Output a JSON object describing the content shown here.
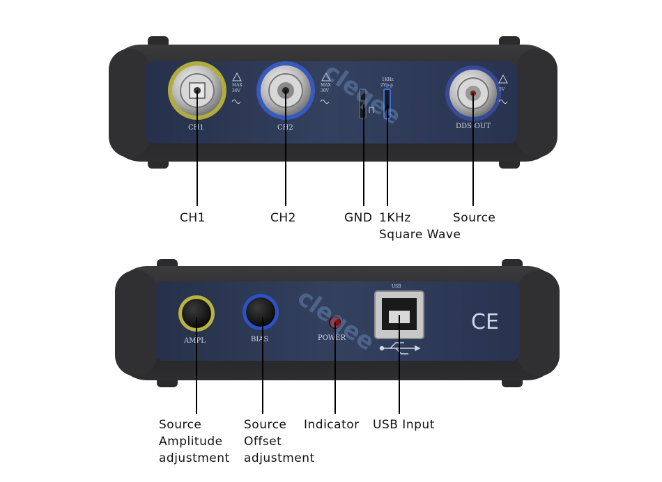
{
  "watermark": "cleqee",
  "front_panel": {
    "labels": {
      "ch1": "CH1",
      "ch2": "CH2",
      "dds_out": "DDS-OUT",
      "max1": "MAX",
      "max1_v": "30V",
      "max2": "MAX",
      "max2_v": "30V",
      "cal_line1": "1KHz",
      "cal_line2": "2Vp-p",
      "max3_v": "5V"
    },
    "callouts": {
      "ch1": "CH1",
      "ch2": "CH2",
      "gnd": "GND",
      "square_wave": [
        "1KHz",
        "Square Wave"
      ],
      "source": "Source"
    }
  },
  "back_panel": {
    "labels": {
      "ampl": "AMPL",
      "bias": "BIAS",
      "power": "POWER",
      "usb": "USB",
      "ce": "CE"
    },
    "callouts": {
      "amplitude": [
        "Source",
        "Amplitude",
        "adjustment"
      ],
      "offset": [
        "Source",
        "Offset",
        "adjustment"
      ],
      "indicator": "Indicator",
      "usb_input": "USB Input"
    }
  },
  "colors": {
    "housing": "#2a2a2c",
    "housing_edge": "#3c3c3f",
    "faceplate": "#2d3a57",
    "ch1_ring": "#c9c23a",
    "ch2_ring": "#3a5fd0",
    "dds_ring": "#3a4fa0",
    "power_led": "#8a1010",
    "leader_line": "#000000"
  },
  "icons": [
    "bnc-connector-icon",
    "potentiometer-knob-icon",
    "usb-b-port-icon",
    "usb-symbol-icon",
    "ce-mark-icon",
    "warning-triangle-icon",
    "sine-wave-icon",
    "square-wave-icon"
  ]
}
